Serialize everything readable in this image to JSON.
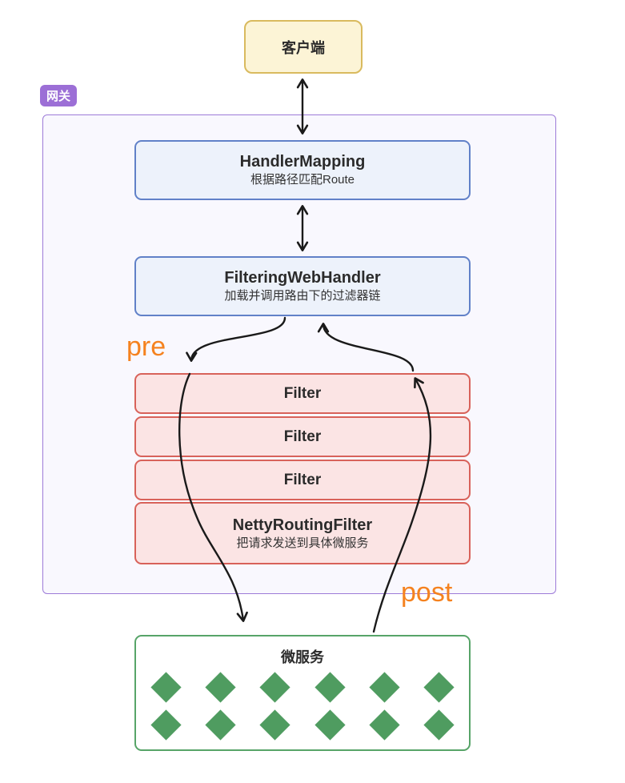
{
  "client_box": {
    "label": "客户端"
  },
  "gateway": {
    "badge": "网关",
    "handler_mapping": {
      "title": "HandlerMapping",
      "subtitle": "根据路径匹配Route"
    },
    "filtering_web_handler": {
      "title": "FilteringWebHandler",
      "subtitle": "加载并调用路由下的过滤器链"
    },
    "filters": [
      "Filter",
      "Filter",
      "Filter"
    ],
    "netty_routing_filter": {
      "title": "NettyRoutingFilter",
      "subtitle": "把请求发送到具体微服务"
    }
  },
  "annotations": {
    "pre": "pre",
    "post": "post"
  },
  "microservice": {
    "title": "微服务",
    "diamond_rows": 2,
    "diamonds_per_row": 6
  },
  "colors": {
    "client_fill": "#FCF4D6",
    "client_border": "#D9BA5E",
    "badge_bg": "#9C6FD6",
    "gw_border": "#9D7BD8",
    "gw_fill": "#F9F8FE",
    "blue_fill": "#EDF2FB",
    "blue_border": "#6181C8",
    "pink_fill": "#FBE4E4",
    "pink_border": "#D8625A",
    "green_border": "#57A468",
    "diamond": "#4F9C60",
    "orange": "#F5821F",
    "arrow": "#1A1A1A"
  }
}
